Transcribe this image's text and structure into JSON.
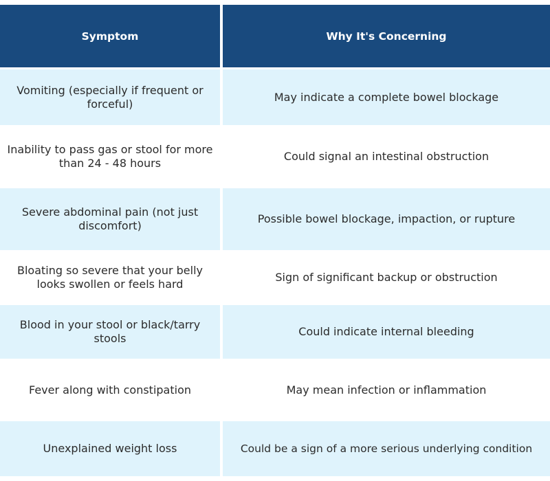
{
  "table": {
    "headers": [
      "Symptom",
      "Why It's Concerning"
    ],
    "rows": [
      {
        "symptom": "Vomiting (especially if frequent or forceful)",
        "reason": "May indicate a complete bowel blockage"
      },
      {
        "symptom": "Inability to pass gas or stool for more than 24 - 48 hours",
        "reason": "Could signal an intestinal obstruction"
      },
      {
        "symptom": "Severe abdominal pain (not just discomfort)",
        "reason": "Possible bowel blockage, impaction, or rupture"
      },
      {
        "symptom": "Bloating so severe that your belly looks swollen or feels hard",
        "reason": "Sign of significant backup or obstruction"
      },
      {
        "symptom": "Blood in your stool or black/tarry stools",
        "reason": "Could indicate internal bleeding"
      },
      {
        "symptom": "Fever along with constipation",
        "reason": "May mean infection or inflammation"
      },
      {
        "symptom": "Unexplained weight loss",
        "reason": "Could be a sign of a more serious underlying condition"
      }
    ]
  },
  "colors": {
    "header_bg": "#194a7e",
    "header_text": "#ffffff",
    "row_shaded": "#dff3fc",
    "row_plain": "#ffffff",
    "body_text": "#2b2b2b"
  }
}
